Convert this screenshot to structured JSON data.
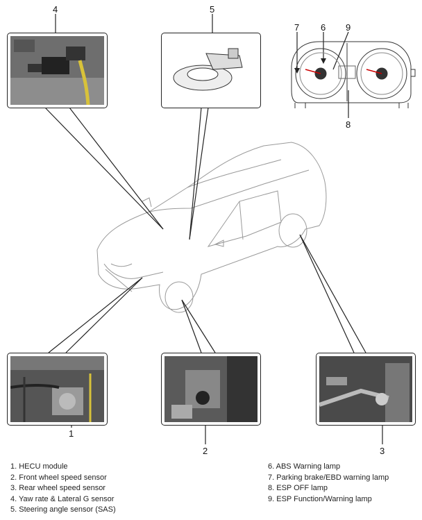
{
  "callouts": {
    "c1": "1",
    "c2": "2",
    "c3": "3",
    "c4": "4",
    "c5": "5",
    "c6": "6",
    "c7": "7",
    "c8": "8",
    "c9": "9"
  },
  "legend_left": [
    "1. HECU module",
    "2. Front wheel speed sensor",
    "3. Rear wheel speed sensor",
    "4. Yaw rate & Lateral G sensor",
    "5. Steering angle sensor (SAS)"
  ],
  "legend_right": [
    "6. ABS Warning lamp",
    "7. Parking brake/EBD warning lamp",
    "8. ESP OFF lamp",
    "9. ESP Function/Warning lamp"
  ]
}
